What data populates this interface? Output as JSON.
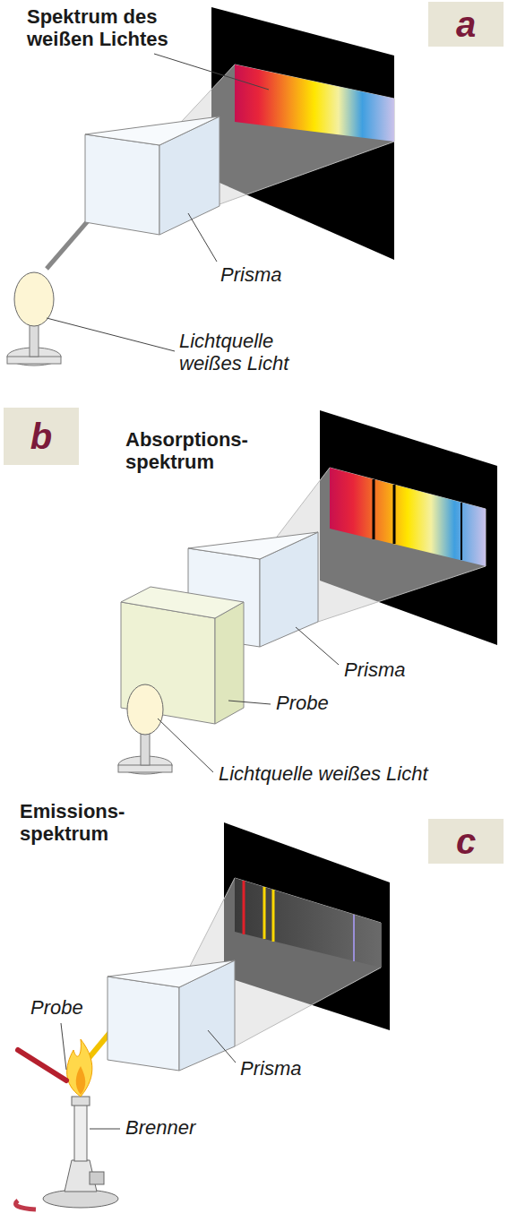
{
  "diagram": {
    "nodes": [
      {
        "text": [
          "a"
        ]
      },
      {
        "text": [
          "b"
        ]
      },
      {
        "text": [
          "c"
        ]
      }
    ],
    "labels": [
      "Spektrum des weißen Lichtes",
      "Prisma",
      "Lichtquelle weißes Licht",
      "Absorptions- spektrum",
      "Prisma",
      "Probe",
      "Lichtquelle weißes Licht",
      "Emissions- spektrum",
      "Probe",
      "Prisma",
      "Brenner"
    ]
  }
}
